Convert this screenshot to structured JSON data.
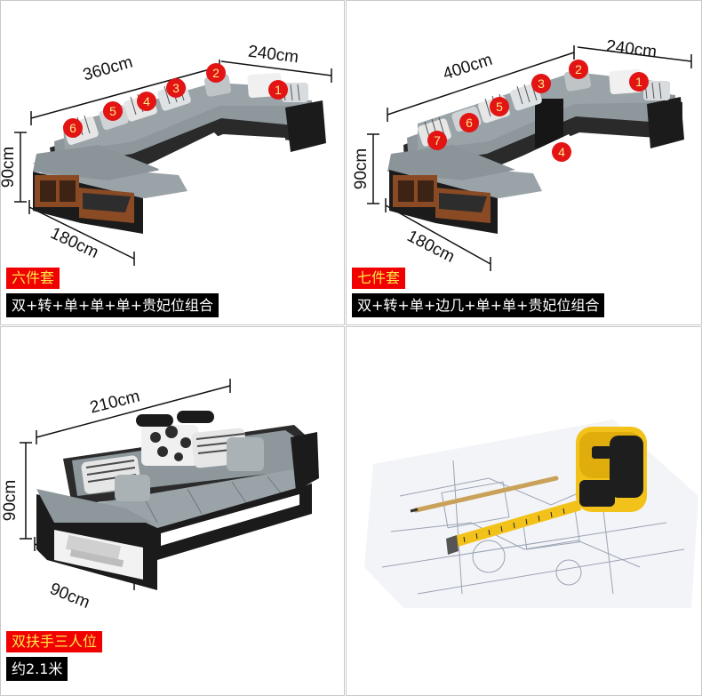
{
  "panel_six": {
    "dims": {
      "width_long": "360cm",
      "width_short": "240cm",
      "height": "90cm",
      "depth": "180cm"
    },
    "badges": [
      "1",
      "2",
      "3",
      "4",
      "5",
      "6"
    ],
    "title": "六件套",
    "combo": "双+转+单+单+单+贵妃位组合"
  },
  "panel_seven": {
    "dims": {
      "width_long": "400cm",
      "width_short": "240cm",
      "height": "90cm",
      "depth": "180cm"
    },
    "badges": [
      "1",
      "2",
      "3",
      "4",
      "5",
      "6",
      "7"
    ],
    "title": "七件套",
    "combo": "双+转+单+边几+单+单+贵妃位组合"
  },
  "panel_three": {
    "dims": {
      "width": "210cm",
      "height": "90cm",
      "depth": "90cm"
    },
    "title": "双扶手三人位",
    "size_note": "约2.1米"
  },
  "colors": {
    "label_red": "#f00000",
    "label_text_yellow": "#ffe84a",
    "badge_red": "#e21414",
    "sofa_gray": "#8e979c",
    "leather_black": "#1b1b1b",
    "wood": "#8a4a24",
    "tape_yellow": "#f3c21a"
  }
}
